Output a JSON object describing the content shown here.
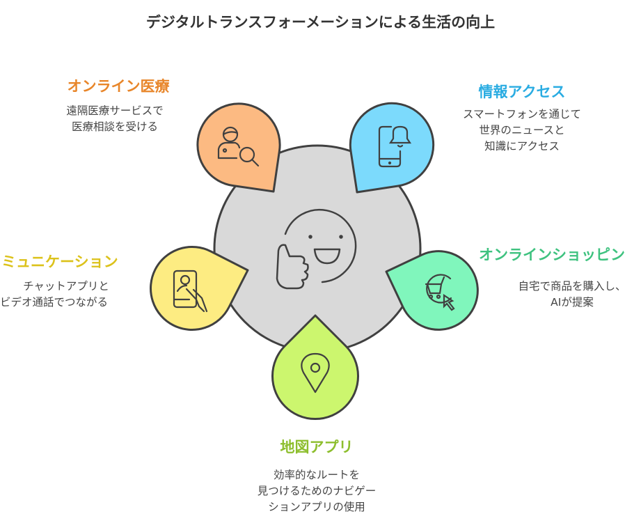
{
  "title": "デジタルトランスフォーメーションによる生活の向上",
  "colors": {
    "center": "#D9D9D9",
    "stroke": "#404040",
    "medical": "#FCBA82",
    "access": "#7CDAFC",
    "shopping": "#80F6BC",
    "communication": "#FDEC82",
    "map": "#CCF66E"
  },
  "items": [
    {
      "key": "medical",
      "heading": "オンライン医療",
      "heading_color": "#E8862A",
      "lines": [
        "遠隔医療サービスで",
        "医療相談を受ける"
      ],
      "icon": "doctor-search-icon"
    },
    {
      "key": "access",
      "heading": "情報アクセス",
      "heading_color": "#2AACE2",
      "lines": [
        "スマートフォンを通じて",
        "世界のニュースと",
        "知識にアクセス"
      ],
      "icon": "phone-notification-icon"
    },
    {
      "key": "communication",
      "heading": "ミュニケーション",
      "heading_color": "#DCC21B",
      "lines": [
        "チャットアプリと",
        "ビデオ通話でつながる"
      ],
      "icon": "video-call-phone-icon"
    },
    {
      "key": "shopping",
      "heading": "オンラインショッピン",
      "heading_color": "#3EC27F",
      "lines": [
        "自宅で商品を購入し、",
        "AIが提案"
      ],
      "icon": "cart-cursor-icon"
    },
    {
      "key": "map",
      "heading": "地図アプリ",
      "heading_color": "#8DBE2D",
      "lines": [
        "効率的なルートを",
        "見つけるためのナビゲー",
        "ションアプリの使用"
      ],
      "icon": "map-pin-icon"
    }
  ],
  "center_icon": "smiley-thumbs-up-icon"
}
